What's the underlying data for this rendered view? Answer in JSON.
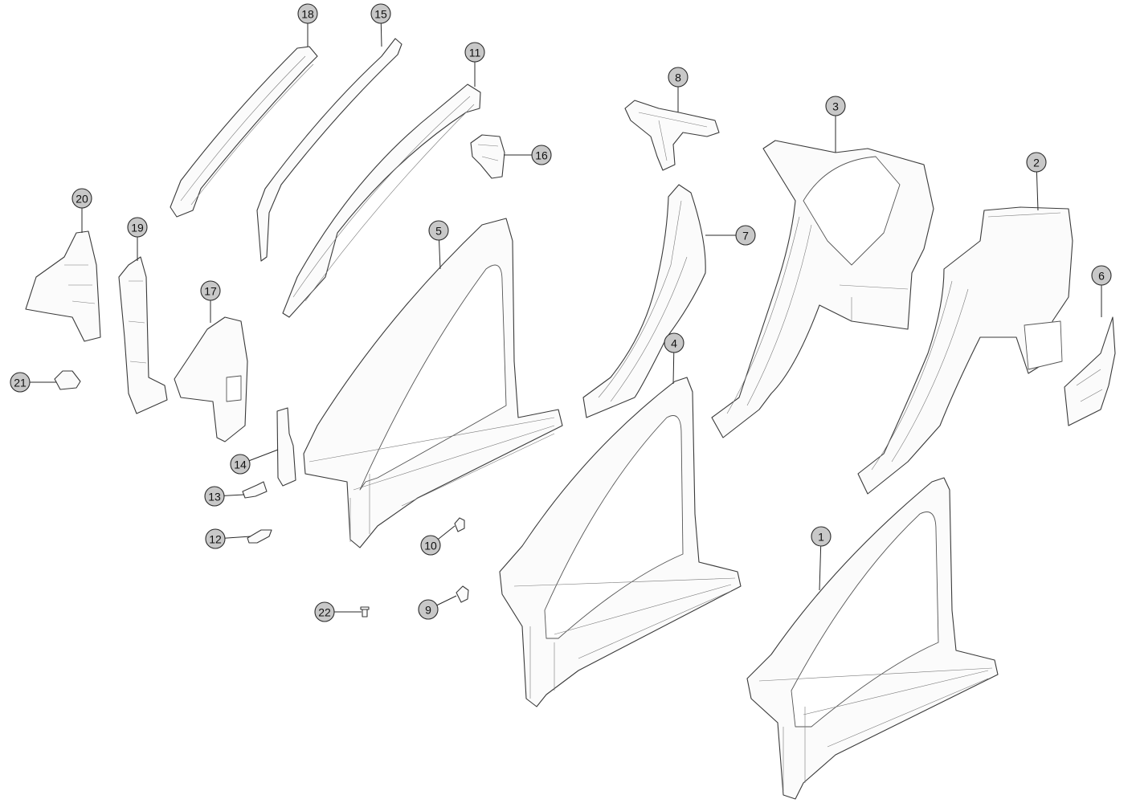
{
  "callouts": [
    {
      "number": "1"
    },
    {
      "number": "2"
    },
    {
      "number": "3"
    },
    {
      "number": "4"
    },
    {
      "number": "5"
    },
    {
      "number": "6"
    },
    {
      "number": "7"
    },
    {
      "number": "8"
    },
    {
      "number": "9"
    },
    {
      "number": "10"
    },
    {
      "number": "11"
    },
    {
      "number": "12"
    },
    {
      "number": "13"
    },
    {
      "number": "14"
    },
    {
      "number": "15"
    },
    {
      "number": "16"
    },
    {
      "number": "17"
    },
    {
      "number": "18"
    },
    {
      "number": "19"
    },
    {
      "number": "20"
    },
    {
      "number": "21"
    },
    {
      "number": "22"
    }
  ],
  "colors": {
    "callout_fill": "#c8c8c8",
    "line": "#3a3a3a",
    "part_fill": "#fbfbfb"
  }
}
